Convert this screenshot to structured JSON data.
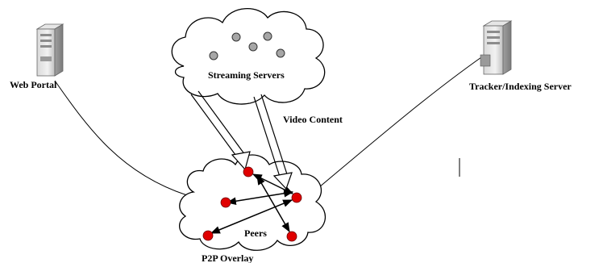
{
  "labels": {
    "web_portal": "Web Portal",
    "streaming_servers": "Streaming Servers",
    "tracker_server": "Tracker/Indexing Server",
    "video_content": "Video Content",
    "peers": "Peers",
    "p2p_overlay": "P2P Overlay"
  },
  "icons": {
    "web_portal_server": "server-tower-icon",
    "tracker_server": "server-tower-icon"
  },
  "colors": {
    "peer": "#e00000",
    "server_dot": "#a6a6a6",
    "line": "#000000"
  }
}
